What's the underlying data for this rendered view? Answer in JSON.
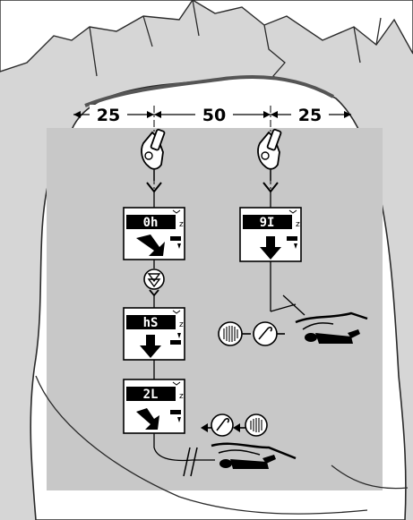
{
  "dimensions": {
    "left": "25",
    "middle": "50",
    "right": "25"
  },
  "devices": [
    {
      "id": "left-1",
      "display": "0h",
      "arrow": "diagonal-down-right"
    },
    {
      "id": "left-2",
      "display": "hS",
      "arrow": "down"
    },
    {
      "id": "left-3",
      "display": "2L",
      "arrow": "diagonal-down-right"
    },
    {
      "id": "right-1",
      "display": "9I",
      "arrow": "down"
    }
  ],
  "colors": {
    "rock": "#d6d6d6",
    "search_area": "#c8c8c8",
    "outline": "#2a2a2a",
    "background": "#ffffff"
  },
  "icons": [
    "hand-transceiver-icon",
    "chevron-down-icon",
    "flag-symbol-icon",
    "signal-wave-icon",
    "probe-icon",
    "buried-victim-icon",
    "crossed-line-icon"
  ]
}
